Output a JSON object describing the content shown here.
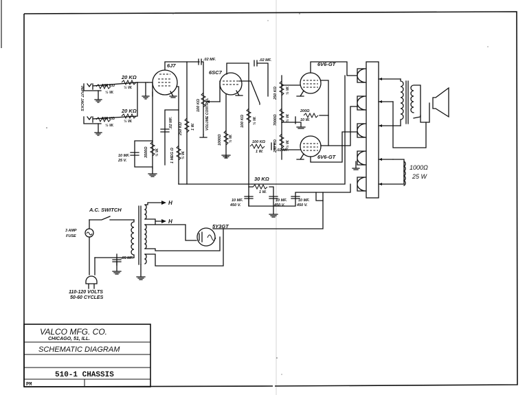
{
  "document": {
    "type": "Schematic Diagram",
    "colors": {
      "ink": "#111111",
      "paper": "#ffffff"
    }
  },
  "title_block": {
    "company": "VALCO  MFG. CO.",
    "location": "CHICAGO, 51, ILL.",
    "drawing_type": "SCHEMATIC DIAGRAM",
    "blank_row": "",
    "model": "510-1 CHASSIS",
    "drawn_by": "PM",
    "approved": ""
  },
  "tubes": {
    "preamp": "6J7",
    "driver": "6SC7",
    "output_top": "6V6-GT",
    "output_bottom": "6V6-GT",
    "rectifier": "5Y3GT"
  },
  "input": {
    "label": "INPUT JACKS",
    "r1_series": "20 KΩ",
    "r1_rating": "½ W.",
    "r1_shunt": "100 KΩ",
    "r1_shunt_rating": "½ W.",
    "r2_series": "20 KΩ",
    "r2_rating": "½ W.",
    "r2_shunt": "100 KΩ",
    "r2_shunt_rating": "½ W."
  },
  "components": {
    "c_coupling_1": ".02 MF.",
    "c_coupling_2": ".02 MF.",
    "c_screen": ".02 MF.",
    "c_cathode": "10 MF.",
    "c_cathode_v": "25 V.",
    "r_cathode_1": "3500Ω",
    "r_cathode_1_w": "½ W.",
    "r_screen": "1 MEG Ω",
    "r_screen_w": "½ W.",
    "r_plate_1": "250 KΩ",
    "r_plate_1_w": "1 W.",
    "r_volume": "100 KΩ",
    "r_volume_label": "VOLUME CONTROL",
    "r_cathode_2": "1000Ω",
    "r_cathode_2_w": "½ W.",
    "r_plate_2": "100 KΩ",
    "r_plate_2_w": "½ W.",
    "r_grid_2": "100 KΩ",
    "r_grid_2_w": "1 W.",
    "r_div_1": "250 KΩ",
    "r_div_1_w": "½ W.",
    "r_div_2": "7000Ω",
    "r_div_2_w": "½ W.",
    "r_div_3": "250 KΩ",
    "r_div_3_w": "½ W.",
    "c_div": ".02 MF.",
    "r_bias": "200Ω",
    "r_bias_w": "10 W.",
    "r_filter": "30 KΩ",
    "r_filter_w": "1 W.",
    "c_filter_1": "10 MF.",
    "c_filter_1_v": "450 V.",
    "c_filter_2": "10 MF.",
    "c_filter_2_v": "450 V.",
    "c_filter_3": "10 MF.",
    "c_filter_3_v": "450 V.",
    "r_field": "1000Ω",
    "r_field_w": "25 W"
  },
  "power": {
    "switch_label": "A.C. SWITCH",
    "fuse_label_1": "3 AMP",
    "fuse_label_2": "FUSE",
    "cap_label": ".05 MF.",
    "heater_1": "H",
    "heater_2": "H",
    "mains_1": "110-120 VOLTS",
    "mains_2": "50-60 CYCLES"
  }
}
